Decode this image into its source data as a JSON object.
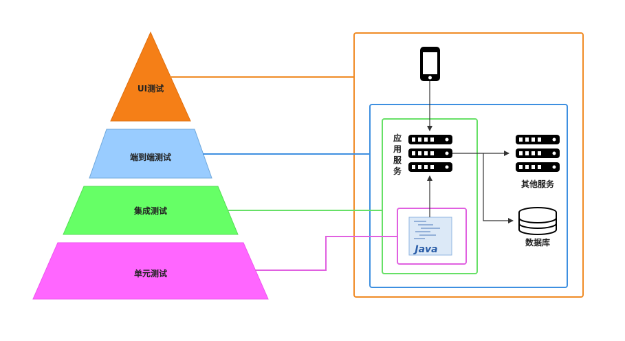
{
  "pyramid": {
    "layers": [
      {
        "label": "UI测试",
        "color": "#F57F17"
      },
      {
        "label": "端到端测试",
        "color": "#99CCFF"
      },
      {
        "label": "集成测试",
        "color": "#66FF66"
      },
      {
        "label": "单元测试",
        "color": "#FF66FF"
      }
    ]
  },
  "architecture": {
    "app_service_label": [
      "应",
      "用",
      "服",
      "务"
    ],
    "other_services_label": "其他服务",
    "database_label": "数据库",
    "java_label": "Java"
  },
  "colors": {
    "ui": "#F08A24",
    "e2e": "#3D8FE0",
    "integration": "#66E066",
    "unit": "#E060E0",
    "arrow": "#333333"
  }
}
